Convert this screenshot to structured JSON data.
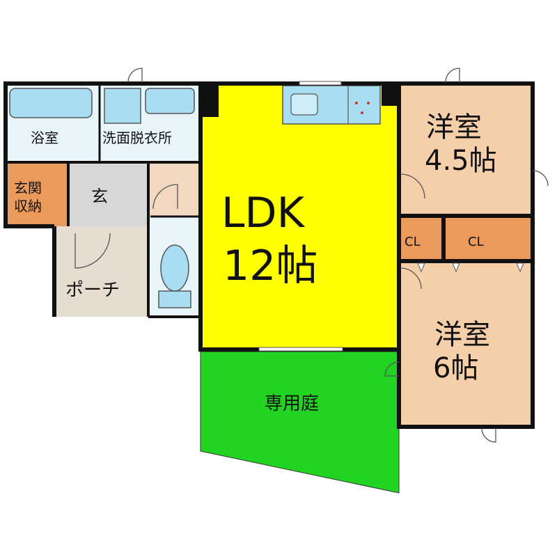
{
  "rooms": {
    "ldk": {
      "name": "LDK",
      "size": "12帖"
    },
    "western_room_1": {
      "name": "洋室",
      "size": "4.5帖"
    },
    "western_room_2": {
      "name": "洋室",
      "size": "6帖"
    },
    "bathroom": {
      "name": "浴室"
    },
    "washroom": {
      "name": "洗面脱衣所"
    },
    "entrance": {
      "name": "玄"
    },
    "entrance_storage": {
      "line1": "玄関",
      "line2": "収納"
    },
    "porch": {
      "name": "ポーチ"
    },
    "private_garden": {
      "name": "専用庭"
    },
    "closet_1": {
      "name": "CL"
    },
    "closet_2": {
      "name": "CL"
    }
  },
  "colors": {
    "ldk": "#ffff00",
    "western_rooms": "#f5cfa9",
    "closets": "#ea9a5a",
    "garden": "#22d422",
    "wet_areas": "#e8f6fc",
    "entrance": "#d7d7d7",
    "porch": "#e6dcd0",
    "fixtures": "#a9ddf2",
    "walls": "#111111"
  }
}
